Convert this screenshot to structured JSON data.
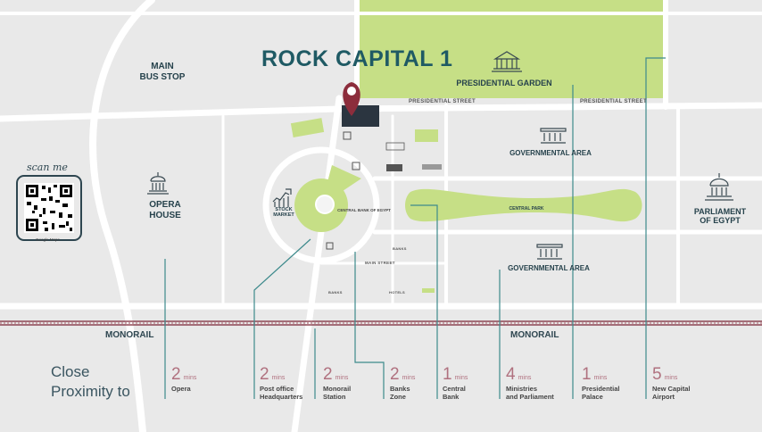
{
  "brand": {
    "title": "ROCK CAPITAL 1"
  },
  "qr": {
    "scan_label": "scan me",
    "caption": "Google Maps"
  },
  "landmarks": {
    "main_bus_stop": "MAIN\nBUS STOP",
    "presidential_garden": "PRESIDENTIAL GARDEN",
    "governmental_area_top": "GOVERNMENTAL AREA",
    "governmental_area_bottom": "GOVERNMENTAL AREA",
    "opera_house": "OPERA\nHOUSE",
    "parliament": "PARLIAMENT\nOF EGYPT",
    "stock_market": "STOCK\nMARKET",
    "central_park": "CENTRAL PARK",
    "central_bank": "CENTRAL BANK OF EGYPT"
  },
  "streets": {
    "presidential_street_1": "PRESIDENTIAL STREET",
    "presidential_street_2": "PRESIDENTIAL STREET",
    "main_street": "MAIN STREET",
    "banks_1": "BANKS",
    "banks_2": "BANKS",
    "hotels": "HOTELS"
  },
  "monorail": {
    "left": "MONORAIL",
    "right": "MONORAIL"
  },
  "proximity": {
    "title_line1": "Close",
    "title_line2": "Proximity to",
    "items": [
      {
        "num": "2",
        "unit": "mins",
        "place": "Opera"
      },
      {
        "num": "2",
        "unit": "mins",
        "place": "Post office\nHeadquarters"
      },
      {
        "num": "2",
        "unit": "mins",
        "place": "Monorail\nStation"
      },
      {
        "num": "2",
        "unit": "mins",
        "place": "Banks\nZone"
      },
      {
        "num": "1",
        "unit": "mins",
        "place": "Central\nBank"
      },
      {
        "num": "4",
        "unit": "mins",
        "place": "Ministries\nand Parliament"
      },
      {
        "num": "1",
        "unit": "mins",
        "place": "Presidential\nPalace"
      },
      {
        "num": "5",
        "unit": "mins",
        "place": "New Capital\nAirport"
      }
    ]
  },
  "colors": {
    "green": "#c6df86",
    "road": "#ffffff",
    "teal": "#3d8a8c",
    "marker": "#8c2d3c",
    "rail": "#7a2634"
  }
}
